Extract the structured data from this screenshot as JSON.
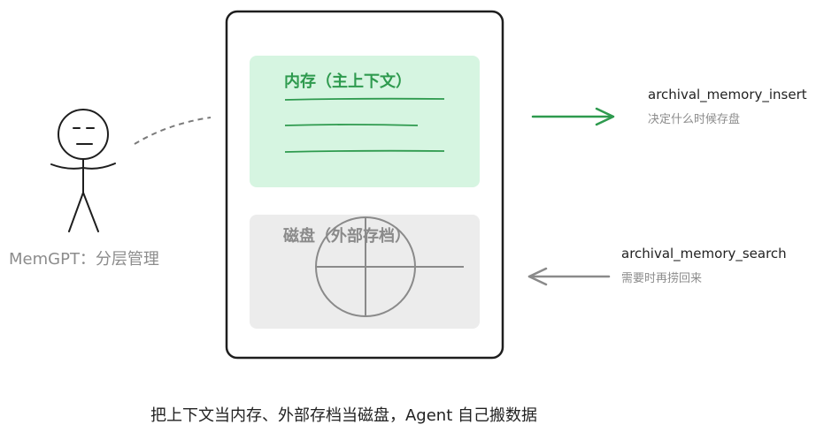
{
  "person": {
    "caption": "MemGPT：分层管理"
  },
  "memory": {
    "title": "内存（主上下文）"
  },
  "disk": {
    "title": "磁盘（外部存档）"
  },
  "insert_fn": {
    "name": "archival_memory_insert",
    "description": "决定什么时候存盘"
  },
  "search_fn": {
    "name": "archival_memory_search",
    "description": "需要时再捞回来"
  },
  "footer": {
    "caption": "把上下文当内存、外部存档当磁盘，Agent 自己搬数据"
  },
  "colors": {
    "memory_fill": "#d6f5e1",
    "memory_accent": "#2e9a4e",
    "disk_fill": "#ececec",
    "disk_accent": "#8a8a8a",
    "outline": "#1e1e1e"
  }
}
